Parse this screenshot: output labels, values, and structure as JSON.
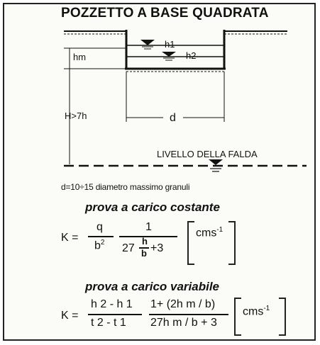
{
  "title": "POZZETTO A BASE QUADRATA",
  "diagram": {
    "label_h1": "h1",
    "label_h2": "h2",
    "label_hm": "hm",
    "label_H": "H>7h",
    "label_d": "d",
    "water_table": "LIVELLO DELLA FALDA"
  },
  "note": "d=10÷15 diametro massimo granuli",
  "constant": {
    "subtitle": "prova a carico costante",
    "k": "K =",
    "num1": "q",
    "den1": "b",
    "den1_sup": "2",
    "num2": "1",
    "den2_a": "27",
    "den2_h": "h",
    "den2_b": "b",
    "den2_c": "+3",
    "unit": "cms",
    "unit_sup": "-1"
  },
  "variable": {
    "subtitle": "prova a carico variabile",
    "k": "K =",
    "num1": "h 2 - h 1",
    "den1": "t 2 - t 1",
    "num2": "1+ (2h m / b)",
    "den2": "27h m / b + 3",
    "unit": "cms",
    "unit_sup": "-1"
  }
}
